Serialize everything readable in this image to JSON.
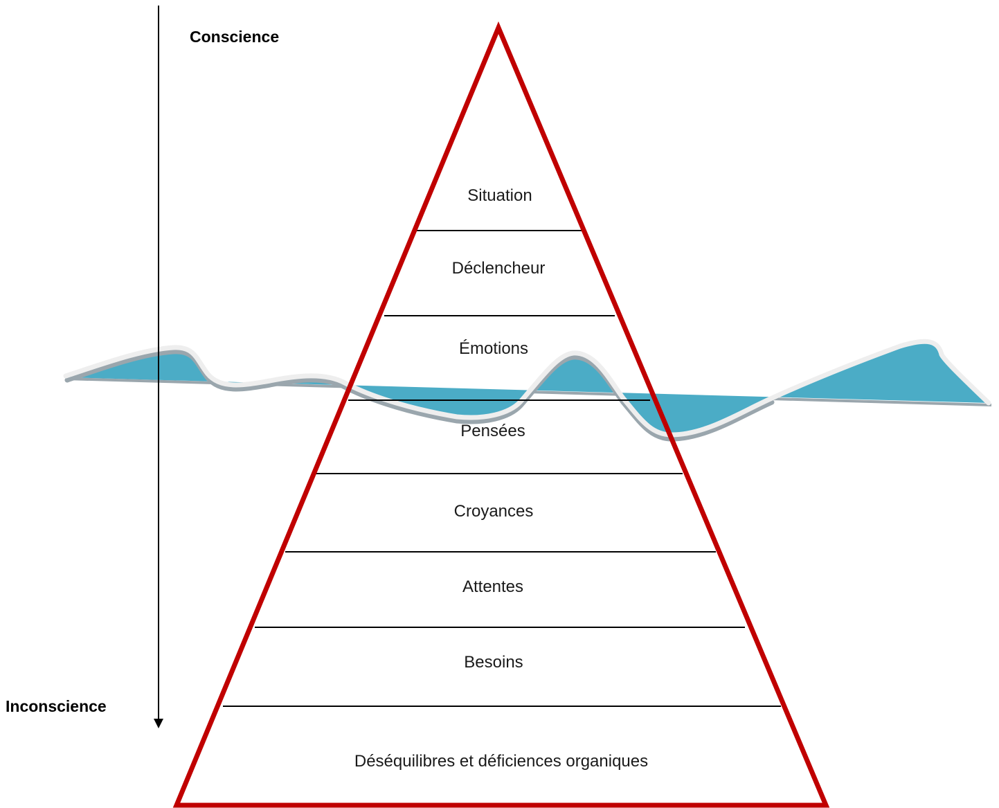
{
  "axis": {
    "top_label": "Conscience",
    "bottom_label": "Inconscience"
  },
  "pyramid": {
    "levels": [
      "Situation",
      "Déclencheur",
      "Émotions",
      "Pensées",
      "Croyances",
      "Attentes",
      "Besoins",
      "Déséquilibres et déficiences organiques"
    ]
  },
  "colors": {
    "pyramid_outline": "#c00000",
    "water": "#4bacc6",
    "wave_highlight": "#eeeeee",
    "wave_shadow": "#9aa6ad",
    "divider": "#000000",
    "text": "#1a1a1a"
  }
}
